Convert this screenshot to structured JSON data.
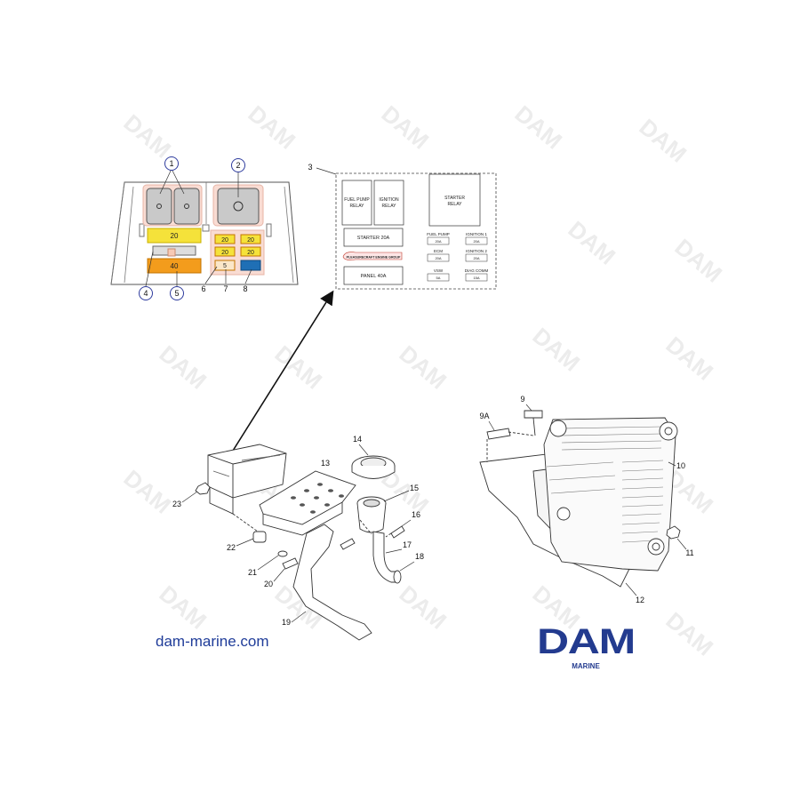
{
  "watermark": "DAM",
  "fuse_box": {
    "fuse_20": "20",
    "fuse_40": "40",
    "small_fuses": [
      "20",
      "20",
      "20",
      "20",
      "5"
    ]
  },
  "panel_diagram": {
    "fuel_pump_relay": [
      "FUEL PUMP",
      "RELAY"
    ],
    "ignition_relay": [
      "IGNITION",
      "RELAY"
    ],
    "starter_relay": [
      "STARTER",
      "RELAY"
    ],
    "starter_fuse": "STARTER  20A",
    "panel_fuse": "PANEL  40A",
    "brand_badge": "PLEASURECRAFT ENGINE GROUP",
    "fuses": [
      {
        "label": "FUEL  PUMP",
        "value": "20A"
      },
      {
        "label": "IGNITION  1",
        "value": "20A"
      },
      {
        "label": "ECM",
        "value": "20A"
      },
      {
        "label": "IGNITION  2",
        "value": "20A"
      },
      {
        "label": "VSW",
        "value": "5A"
      },
      {
        "label": "DIAG  COMM",
        "value": "15A"
      }
    ]
  },
  "callouts": {
    "c1": "1",
    "c2": "2",
    "c3": "3",
    "c4": "4",
    "c5": "5",
    "c6": "6",
    "c7": "7",
    "c8": "8",
    "c9": "9",
    "c9a": "9A",
    "c10": "10",
    "c11": "11",
    "c12": "12",
    "c13": "13",
    "c14": "14",
    "c15": "15",
    "c16": "16",
    "c17": "17",
    "c18": "18",
    "c19": "19",
    "c20": "20",
    "c21": "21",
    "c22": "22",
    "c23": "23"
  },
  "footer": {
    "website": "dam-marine.com",
    "logo_text": "DAM",
    "logo_subtext": "MARINE"
  },
  "colors": {
    "fuse_yellow": "#f5e23a",
    "fuse_orange": "#f39c1c",
    "fuse_blue": "#1f6fb5",
    "relay_grey": "#c9c9c9",
    "callout_circle": "#2f3c9e",
    "brand_blue": "#233b8f",
    "watermark": "#ececec"
  }
}
